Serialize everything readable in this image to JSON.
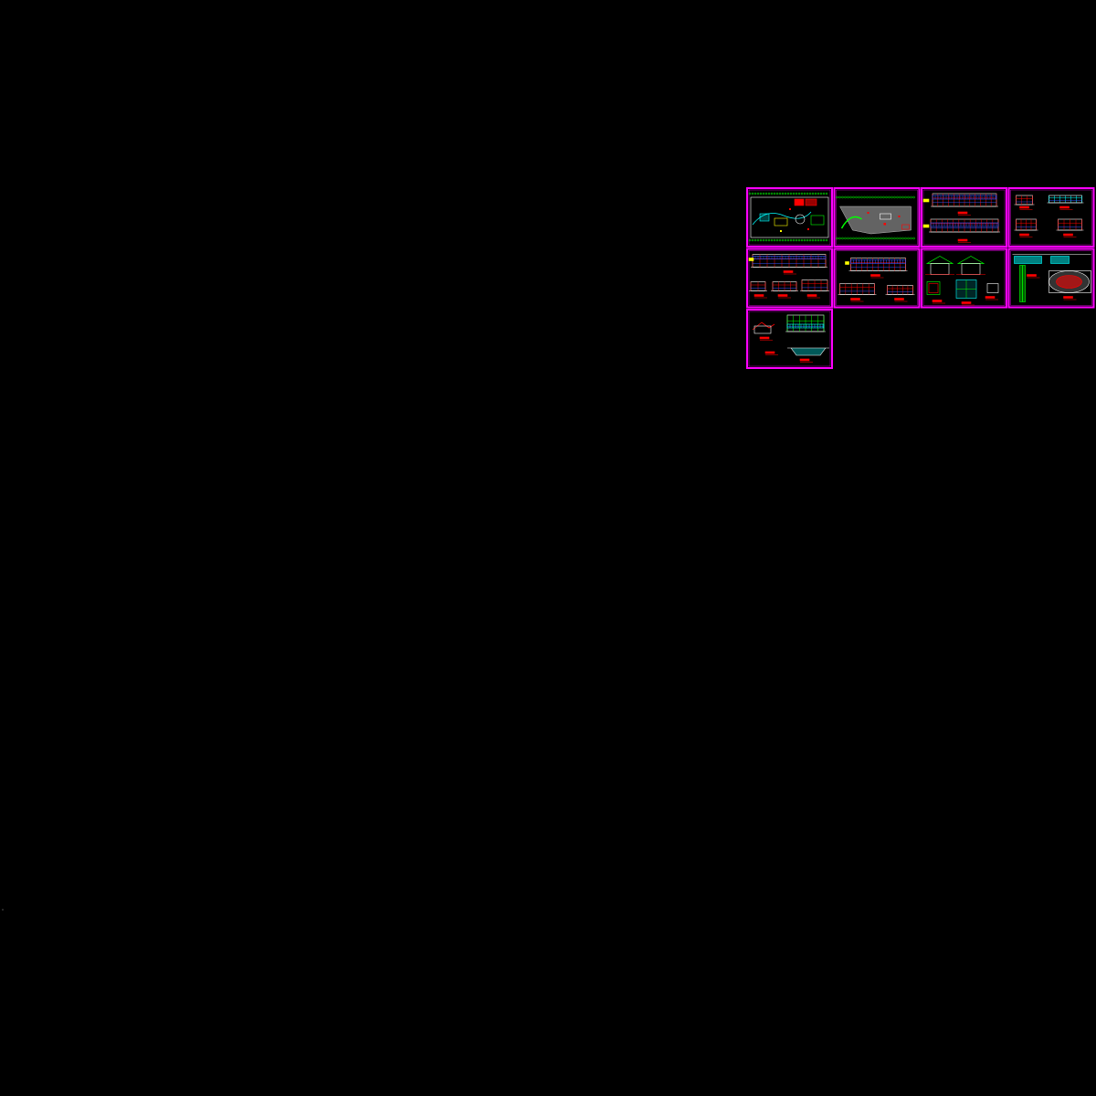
{
  "background": "#000000",
  "colors": {
    "frame": "#ff00ff",
    "red": "#ff0000",
    "green": "#00ff00",
    "cyan": "#00ffff",
    "yellow": "#ffff00",
    "white": "#ffffff",
    "blue": "#3355ff",
    "gray": "#bbbbbb"
  },
  "sheets": [
    {
      "id": "sheet-1",
      "row": 0,
      "col": 0,
      "content": "site-plan"
    },
    {
      "id": "sheet-2",
      "row": 0,
      "col": 1,
      "content": "site-plan-green"
    },
    {
      "id": "sheet-3",
      "row": 0,
      "col": 2,
      "content": "long-elevations"
    },
    {
      "id": "sheet-4",
      "row": 0,
      "col": 3,
      "content": "small-elevations"
    },
    {
      "id": "sheet-5",
      "row": 1,
      "col": 0,
      "content": "elevation-sections"
    },
    {
      "id": "sheet-6",
      "row": 1,
      "col": 1,
      "content": "elevation-details"
    },
    {
      "id": "sheet-7",
      "row": 1,
      "col": 2,
      "content": "pavilion-details"
    },
    {
      "id": "sheet-8",
      "row": 1,
      "col": 3,
      "content": "pool-plan"
    },
    {
      "id": "sheet-9",
      "row": 2,
      "col": 0,
      "content": "section-details"
    }
  ]
}
